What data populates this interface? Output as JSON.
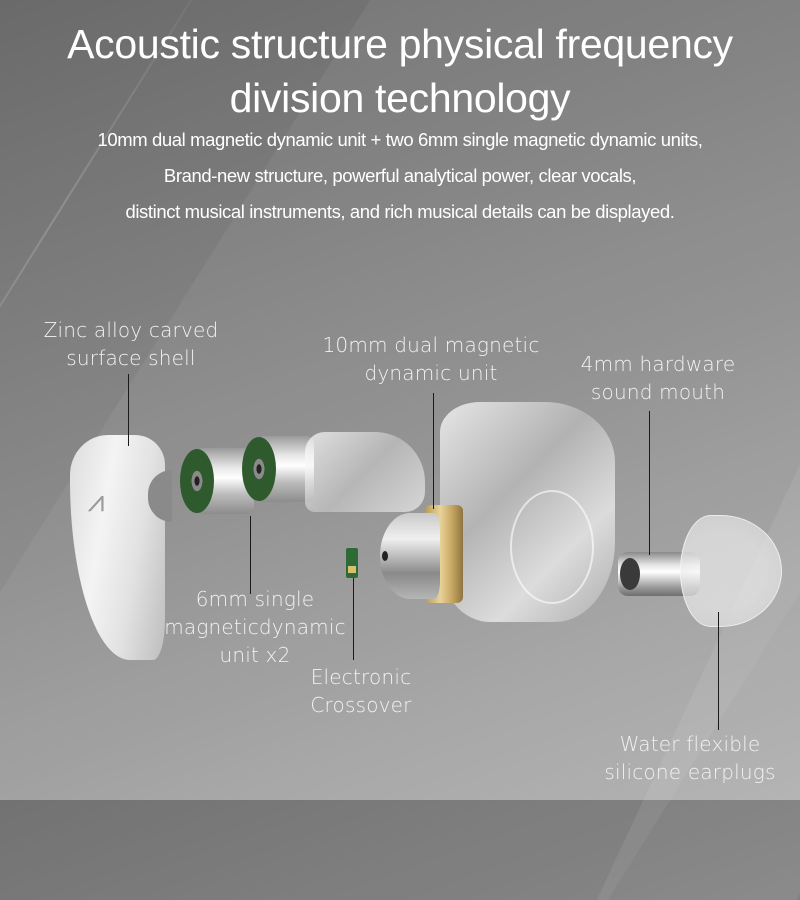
{
  "headline": {
    "line1": "Acoustic structure physical frequency",
    "line2": "division technology"
  },
  "description": {
    "line1": "10mm dual magnetic dynamic unit + two 6mm single magnetic dynamic units,",
    "line2": "Brand-new structure, powerful analytical power, clear vocals,",
    "line3": "distinct musical instruments, and rich musical details can be displayed."
  },
  "callouts": {
    "shell": {
      "line1": "Zinc alloy carved",
      "line2": "surface shell"
    },
    "dual_driver": {
      "line1": "10mm dual magnetic",
      "line2": "dynamic unit"
    },
    "sound_mouth": {
      "line1": "4mm hardware",
      "line2": "sound mouth"
    },
    "single_driver": {
      "line1": "6mm single",
      "line2": "magneticdynamic",
      "line3": "unit x2"
    },
    "crossover": {
      "line1": "Electronic",
      "line2": "Crossover"
    },
    "eartips": {
      "line1": "Water flexible",
      "line2": "silicone earplugs"
    }
  },
  "shell_logo": "⩘",
  "colors": {
    "text": "#ffffff",
    "leader_line": "#1a1a1a",
    "driver_green": "#2f5a2d",
    "driver_gold": "#c7a863",
    "pcb_green": "#2e6a36"
  }
}
